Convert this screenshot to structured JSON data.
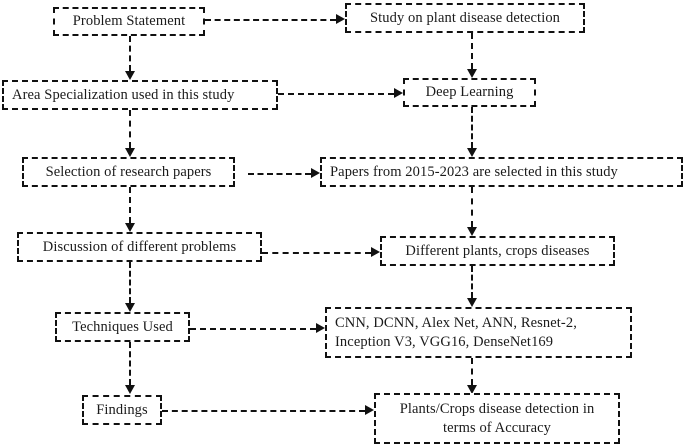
{
  "diagram": {
    "title": "Research methodology flowchart for plant disease detection study",
    "background_color": "#ffffff",
    "stroke_color": "#111111",
    "text_color": "#1a1a1a",
    "nodes": [
      {
        "id": "problem_statement",
        "label": "Problem Statement"
      },
      {
        "id": "study_topic",
        "label": "Study on plant disease detection"
      },
      {
        "id": "area_specialization",
        "label": "Area Specialization used in this study"
      },
      {
        "id": "deep_learning",
        "label": "Deep  Learning"
      },
      {
        "id": "selection_papers",
        "label": "Selection of research papers"
      },
      {
        "id": "papers_range",
        "label": "Papers from 2015-2023 are selected in this study"
      },
      {
        "id": "discussion_problems",
        "label": "Discussion of different problems"
      },
      {
        "id": "plants_crops",
        "label": "Different plants, crops diseases"
      },
      {
        "id": "techniques_used",
        "label": "Techniques Used"
      },
      {
        "id": "techniques_list_line1",
        "label": "CNN, DCNN, Alex Net, ANN, Resnet-2,"
      },
      {
        "id": "techniques_list_line2",
        "label": "Inception V3, VGG16, DenseNet169"
      },
      {
        "id": "findings",
        "label": "Findings"
      },
      {
        "id": "accuracy_line1",
        "label": "Plants/Crops disease detection in"
      },
      {
        "id": "accuracy_line2",
        "label": "terms of Accuracy"
      }
    ],
    "edges": [
      {
        "from": "problem_statement",
        "to": "study_topic",
        "direction": "right",
        "style": "dashed"
      },
      {
        "from": "problem_statement",
        "to": "area_specialization",
        "direction": "down",
        "style": "dashed"
      },
      {
        "from": "study_topic",
        "to": "deep_learning",
        "direction": "down",
        "style": "dashed"
      },
      {
        "from": "area_specialization",
        "to": "deep_learning",
        "direction": "right",
        "style": "dashed"
      },
      {
        "from": "area_specialization",
        "to": "selection_papers",
        "direction": "down",
        "style": "dashed"
      },
      {
        "from": "deep_learning",
        "to": "papers_range",
        "direction": "down",
        "style": "dashed"
      },
      {
        "from": "selection_papers",
        "to": "papers_range",
        "direction": "right",
        "style": "dashed"
      },
      {
        "from": "selection_papers",
        "to": "discussion_problems",
        "direction": "down",
        "style": "dashed"
      },
      {
        "from": "papers_range",
        "to": "plants_crops",
        "direction": "down",
        "style": "dashed"
      },
      {
        "from": "discussion_problems",
        "to": "plants_crops",
        "direction": "right",
        "style": "dashed"
      },
      {
        "from": "discussion_problems",
        "to": "techniques_used",
        "direction": "down",
        "style": "dashed"
      },
      {
        "from": "plants_crops",
        "to": "techniques_list",
        "direction": "down",
        "style": "dashed"
      },
      {
        "from": "techniques_used",
        "to": "techniques_list",
        "direction": "right",
        "style": "dashed"
      },
      {
        "from": "techniques_used",
        "to": "findings",
        "direction": "down",
        "style": "dashed"
      },
      {
        "from": "techniques_list",
        "to": "accuracy",
        "direction": "down",
        "style": "dashed"
      },
      {
        "from": "findings",
        "to": "accuracy",
        "direction": "right",
        "style": "dashed"
      }
    ]
  }
}
